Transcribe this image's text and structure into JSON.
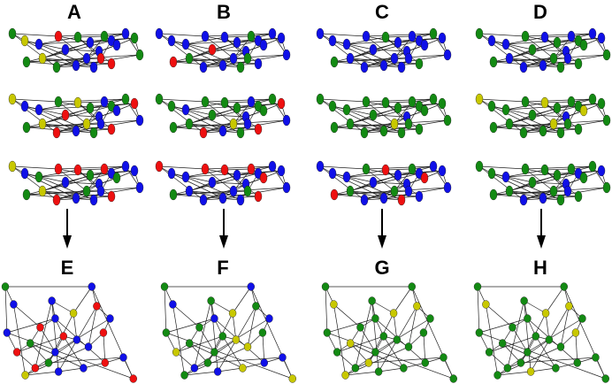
{
  "figure": {
    "top_labels": [
      "A",
      "B",
      "C",
      "D"
    ],
    "bottom_labels": [
      "E",
      "F",
      "G",
      "H"
    ]
  },
  "colors": {
    "blue": "#1010e8",
    "green": "#138a13",
    "red": "#ee1010",
    "yellow": "#c8c800",
    "edge": "#222222",
    "arrow": "#000000"
  },
  "networks": {
    "top_row_color_sets": [
      [
        [
          "g",
          "y",
          "b",
          "r",
          "b",
          "g",
          "b",
          "b",
          "g",
          "b",
          "b",
          "b",
          "g",
          "r",
          "b",
          "y",
          "g",
          "g",
          "b",
          "b",
          "r",
          "g"
        ],
        [
          "y",
          "b",
          "b",
          "g",
          "r",
          "y",
          "g",
          "b",
          "b",
          "g",
          "b",
          "g",
          "r",
          "b",
          "y",
          "y",
          "g",
          "r",
          "b",
          "g",
          "r",
          "b"
        ],
        [
          "y",
          "b",
          "g",
          "r",
          "b",
          "r",
          "g",
          "b",
          "r",
          "b",
          "g",
          "b",
          "b",
          "b",
          "g",
          "y",
          "g",
          "r",
          "b",
          "b",
          "r",
          "b"
        ]
      ],
      [
        [
          "b",
          "b",
          "b",
          "b",
          "r",
          "b",
          "b",
          "b",
          "g",
          "b",
          "b",
          "b",
          "b",
          "g",
          "b",
          "g",
          "r",
          "b",
          "b",
          "g",
          "b",
          "b"
        ],
        [
          "g",
          "g",
          "b",
          "g",
          "g",
          "g",
          "g",
          "b",
          "b",
          "g",
          "g",
          "g",
          "r",
          "b",
          "y",
          "g",
          "g",
          "r",
          "b",
          "g",
          "r",
          "b"
        ],
        [
          "r",
          "b",
          "b",
          "r",
          "b",
          "r",
          "b",
          "b",
          "r",
          "b",
          "r",
          "b",
          "b",
          "g",
          "b",
          "b",
          "g",
          "b",
          "b",
          "b",
          "r",
          "b"
        ]
      ],
      [
        [
          "b",
          "b",
          "b",
          "b",
          "b",
          "g",
          "b",
          "b",
          "b",
          "b",
          "b",
          "g",
          "b",
          "b",
          "b",
          "b",
          "g",
          "b",
          "b",
          "b",
          "g",
          "b"
        ],
        [
          "g",
          "g",
          "g",
          "g",
          "g",
          "g",
          "g",
          "b",
          "g",
          "g",
          "g",
          "g",
          "g",
          "g",
          "y",
          "g",
          "g",
          "g",
          "g",
          "g",
          "g",
          "g"
        ],
        [
          "b",
          "b",
          "b",
          "g",
          "b",
          "r",
          "b",
          "b",
          "g",
          "b",
          "r",
          "b",
          "b",
          "b",
          "g",
          "g",
          "r",
          "b",
          "b",
          "r",
          "b",
          "b"
        ]
      ],
      [
        [
          "g",
          "b",
          "b",
          "g",
          "g",
          "b",
          "g",
          "b",
          "b",
          "g",
          "g",
          "b",
          "b",
          "b",
          "g",
          "b",
          "g",
          "b",
          "b",
          "g",
          "g",
          "g"
        ],
        [
          "y",
          "g",
          "g",
          "g",
          "g",
          "y",
          "g",
          "b",
          "g",
          "g",
          "y",
          "g",
          "g",
          "g",
          "y",
          "g",
          "g",
          "g",
          "g",
          "g",
          "g",
          "g"
        ],
        [
          "g",
          "g",
          "b",
          "g",
          "g",
          "g",
          "g",
          "b",
          "g",
          "b",
          "g",
          "g",
          "b",
          "b",
          "g",
          "g",
          "g",
          "b",
          "b",
          "g",
          "g",
          "g"
        ]
      ]
    ],
    "bottom_color_sets": [
      [
        "g",
        "b",
        "b",
        "r",
        "g",
        "r",
        "b",
        "b",
        "y",
        "b",
        "r",
        "b",
        "r",
        "b",
        "b",
        "r",
        "b",
        "g",
        "r",
        "y",
        "b",
        "b",
        "r",
        "b",
        "r"
      ],
      [
        "g",
        "b",
        "g",
        "y",
        "g",
        "g",
        "b",
        "g",
        "y",
        "b",
        "g",
        "b",
        "g",
        "y",
        "y",
        "g",
        "g",
        "g",
        "b",
        "g",
        "b",
        "y",
        "b",
        "b",
        "y"
      ],
      [
        "g",
        "y",
        "g",
        "g",
        "y",
        "g",
        "g",
        "g",
        "y",
        "g",
        "y",
        "g",
        "g",
        "g",
        "g",
        "g",
        "g",
        "y",
        "g",
        "y",
        "g",
        "g",
        "g",
        "g",
        "g"
      ],
      [
        "g",
        "y",
        "g",
        "g",
        "g",
        "g",
        "g",
        "g",
        "y",
        "g",
        "y",
        "g",
        "y",
        "g",
        "g",
        "g",
        "g",
        "g",
        "g",
        "g",
        "y",
        "g",
        "g",
        "g",
        "g"
      ]
    ]
  }
}
